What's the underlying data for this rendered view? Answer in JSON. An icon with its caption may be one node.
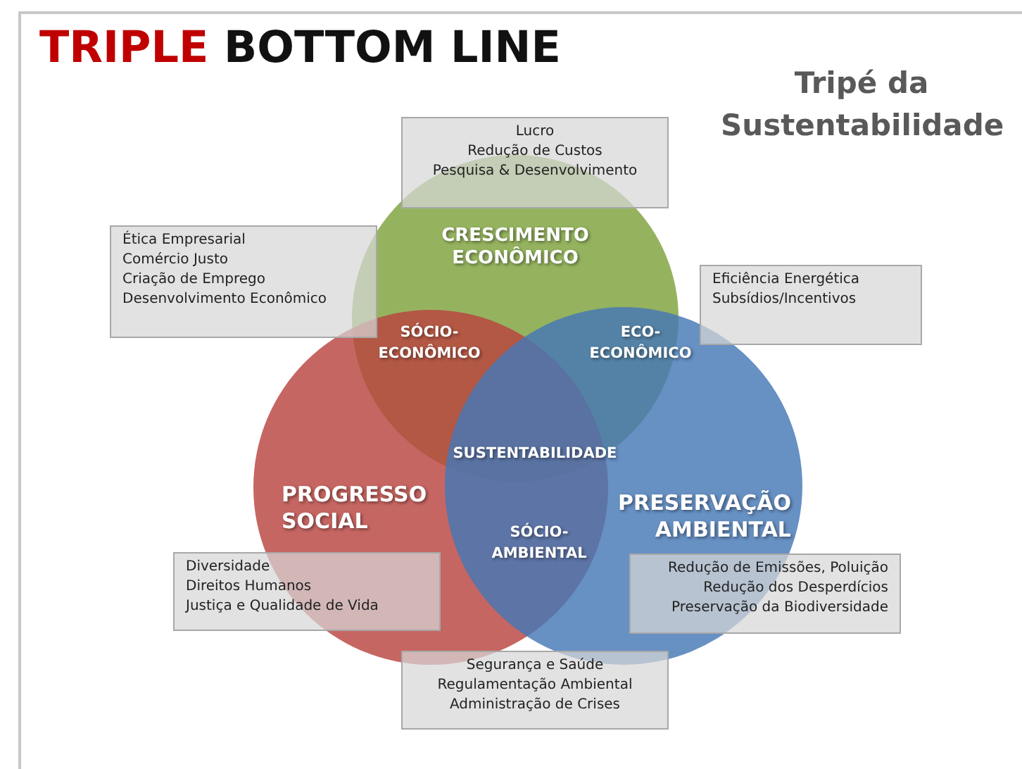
{
  "diagram": {
    "title": "TRIPLE BOTTOM LINE",
    "nodes": [
      {
        "text": [
          "CRESCIMENTO ECONÔMICO"
        ]
      },
      {
        "text": [
          "PROGRESSO SOCIAL"
        ]
      },
      {
        "text": [
          "PRESERVAÇÃO AMBIENTAL"
        ]
      },
      {
        "text": [
          "Lucro",
          "Redução de Custos",
          "Pesquisa & Desenvolvimento"
        ]
      },
      {
        "text": [
          "Ética Empresarial",
          "Comércio Justo",
          "Criação de Emprego",
          "Desenvolvimento Econômico"
        ]
      },
      {
        "text": [
          "Eficiência Energética",
          "Subsídios/Incentivos"
        ]
      },
      {
        "text": [
          "Diversidade",
          "Direitos Humanos",
          "Justiça e Qualidade de Vida"
        ]
      },
      {
        "text": [
          "Redução de Emissões, Poluição",
          "Redução dos Desperdícios",
          "Preservação da Biodiversidade"
        ]
      },
      {
        "text": [
          "Segurança e Saúde",
          "Regulamentação Ambiental",
          "Administração de Crises"
        ]
      }
    ],
    "labels": [
      "Tripé da Sustentabilidade",
      "SÓCIO- ECONÔMICO",
      "ECO- ECONÔMICO",
      "SUSTENTABILIDADE",
      "SÓCIO- AMBIENTAL"
    ]
  }
}
